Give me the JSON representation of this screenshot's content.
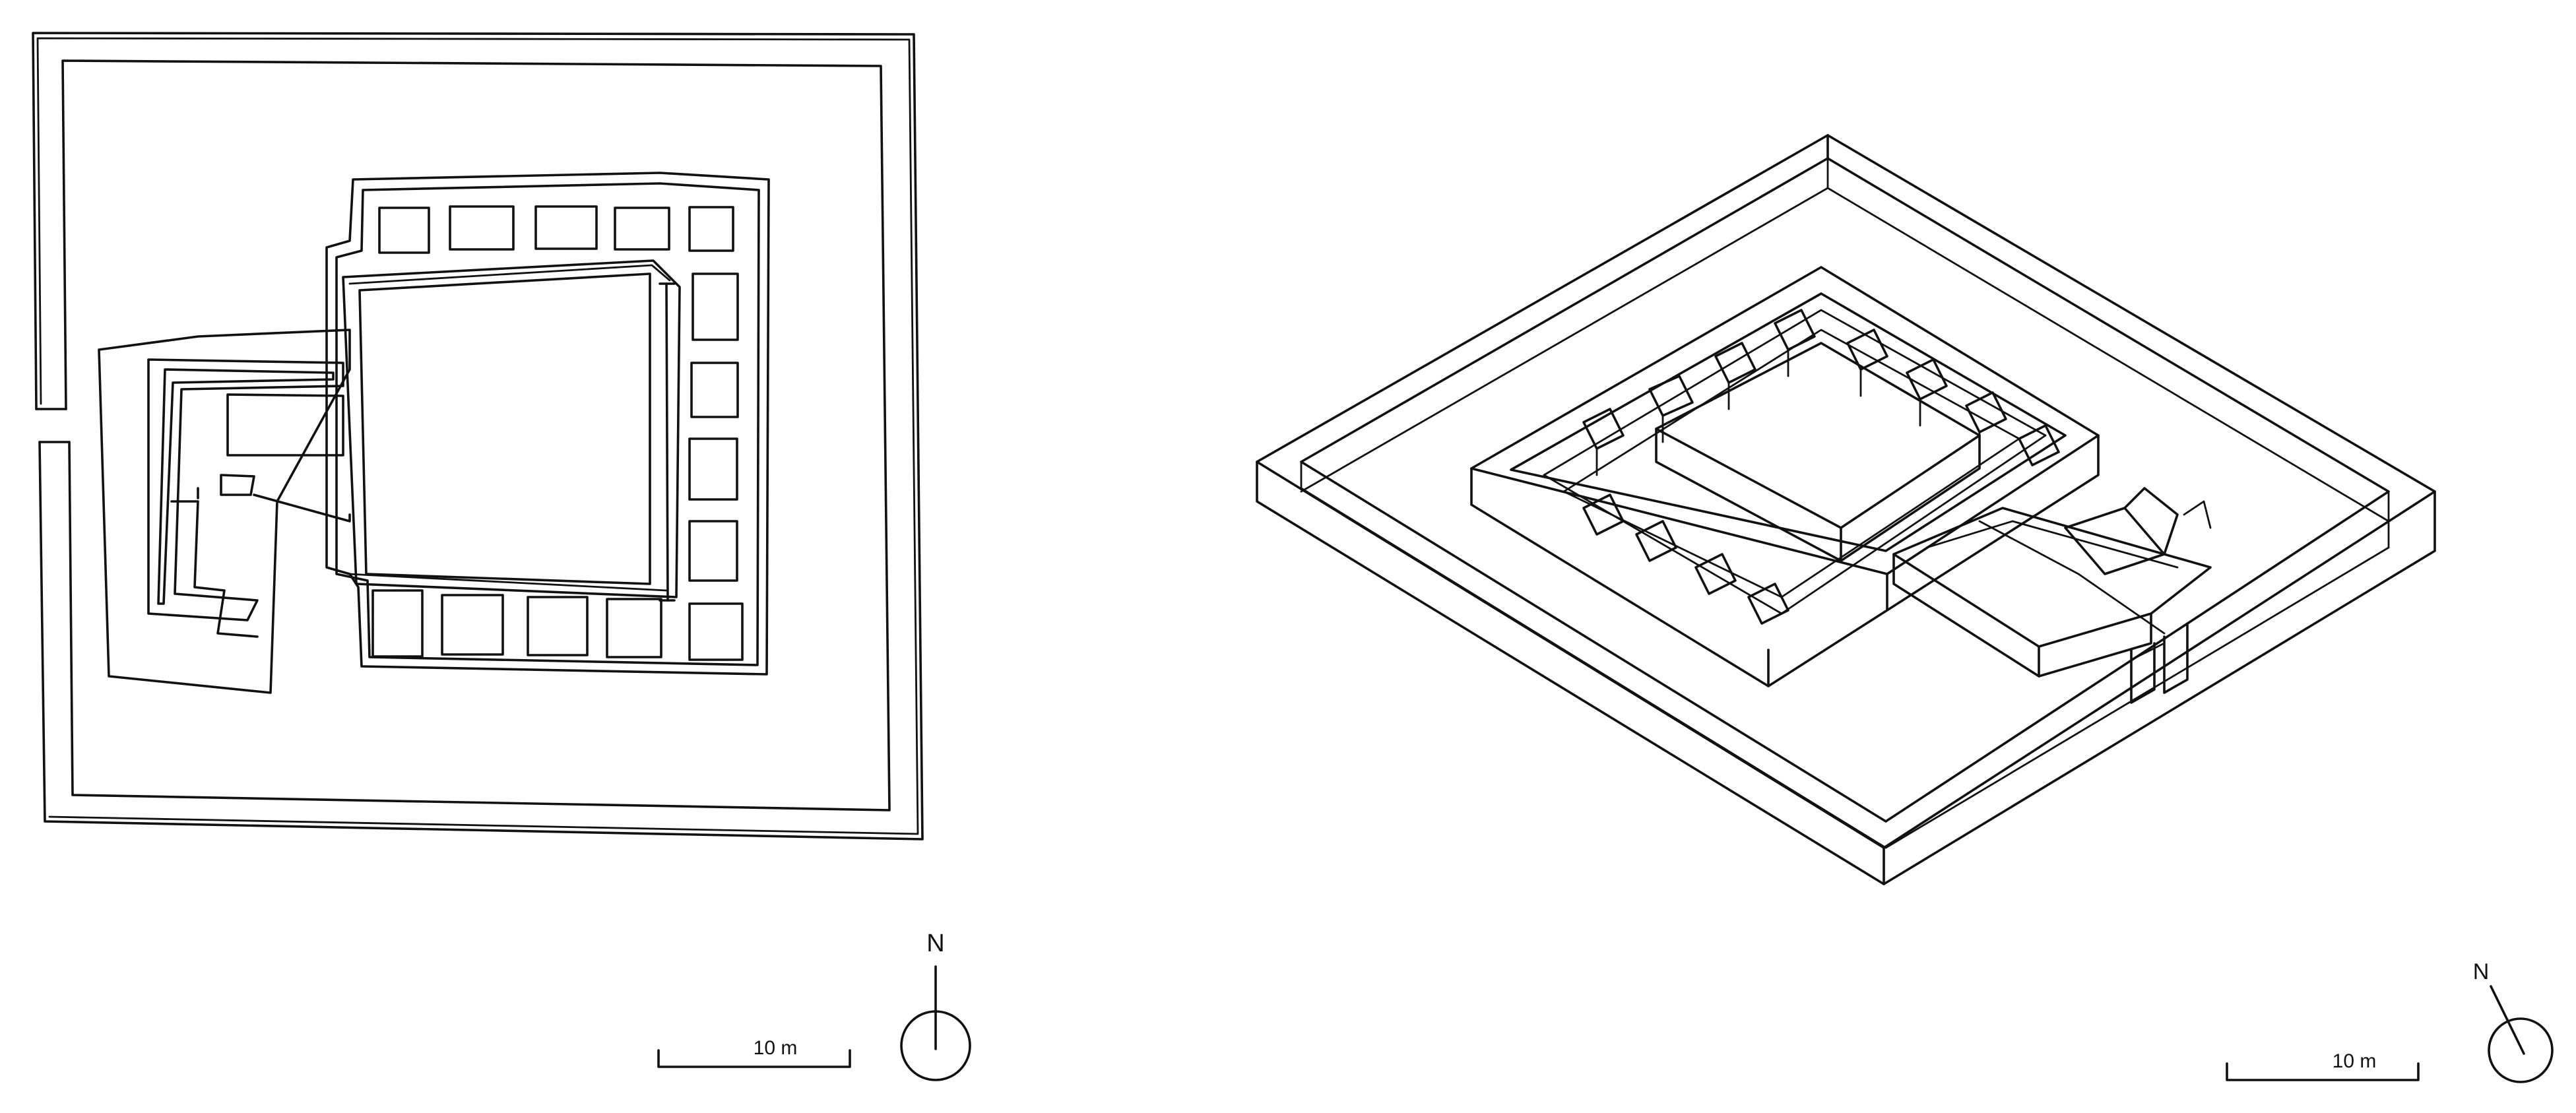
{
  "plan_view": {
    "north_label": "N",
    "scale_label": "10 m"
  },
  "axonometric_view": {
    "north_label": "N",
    "scale_label": "10 m"
  },
  "colors": {
    "line": "#111111",
    "background": "#ffffff"
  }
}
